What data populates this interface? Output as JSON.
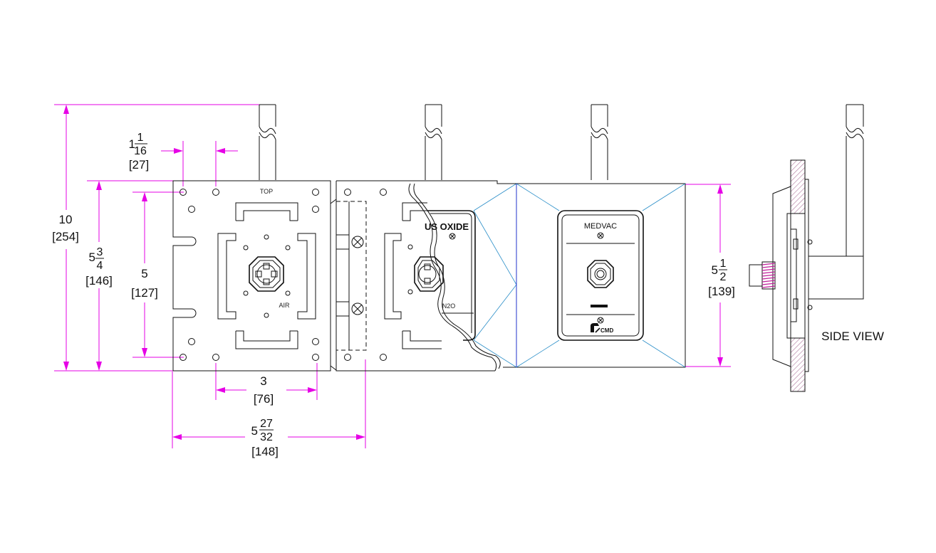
{
  "colors": {
    "dimension": "#e600e6",
    "linework": "#111111",
    "bevel": "#2a8ec8",
    "blueedge": "#2233cc",
    "wall_hatch": "#b07aa0"
  },
  "dimensions": {
    "overall_height": {
      "value": "10",
      "metric": "[254]"
    },
    "box_height": {
      "whole": "5",
      "num": "3",
      "den": "4",
      "metric": "[146]"
    },
    "inner_height": {
      "value": "5",
      "metric": "[127]"
    },
    "top_offset": {
      "whole": "1",
      "num": "1",
      "den": "16",
      "metric": "[27]"
    },
    "hole_spacing": {
      "value": "3",
      "metric": "[76]"
    },
    "box_width": {
      "whole": "5",
      "num": "27",
      "den": "32",
      "metric": "[148]"
    },
    "faceplate_height": {
      "whole": "5",
      "num": "1",
      "den": "2",
      "metric": "[139]"
    }
  },
  "labels": {
    "top": "TOP",
    "air": "AIR",
    "n2o_short": "N2O",
    "nitrous_cut": "US OXIDE",
    "medvac": "MEDVAC",
    "brand": "CMD",
    "side_view": "SIDE VIEW"
  }
}
